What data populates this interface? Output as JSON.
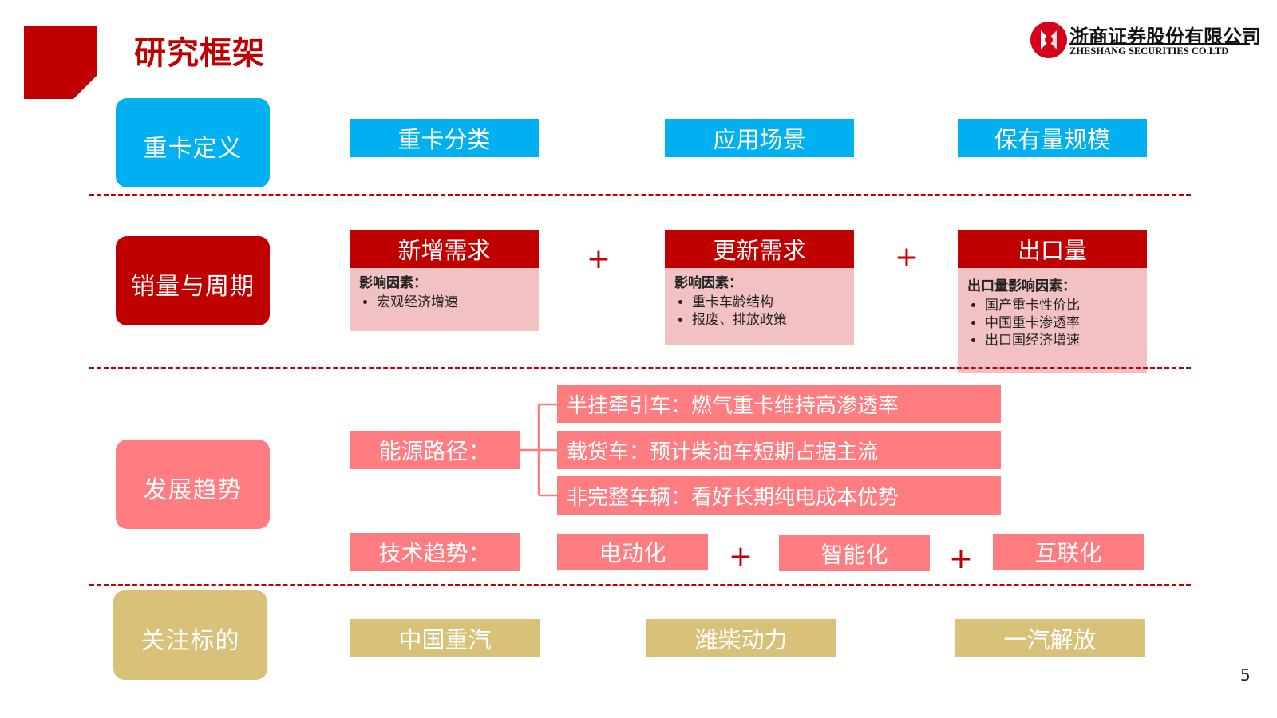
{
  "header": {
    "title": "研究框架",
    "logo_cn": "浙商证券股份有限公司",
    "logo_en": "ZHESHANG SECURITIES CO.LTD"
  },
  "colors": {
    "brand_red": "#C00000",
    "cyan": "#00B0F0",
    "salmon": "#FF7C80",
    "pink_bg": "#F2C2C3",
    "gold": "#D8C27A"
  },
  "rows": {
    "definition": {
      "label": "重卡定义",
      "items": [
        "重卡分类",
        "应用场景",
        "保有量规模"
      ]
    },
    "sales": {
      "label": "销量与周期",
      "plus": "+",
      "cards": [
        {
          "title": "新增需求",
          "factor_label": "影响因素：",
          "bullets": [
            "宏观经济增速"
          ]
        },
        {
          "title": "更新需求",
          "factor_label": "影响因素：",
          "bullets": [
            "重卡车龄结构",
            "报废、排放政策"
          ]
        },
        {
          "title": "出口量",
          "factor_label": "出口量影响因素：",
          "bullets": [
            "国产重卡性价比",
            "中国重卡渗透率",
            "出口国经济增速"
          ]
        }
      ]
    },
    "trend": {
      "label": "发展趋势",
      "energy_label": "能源路径：",
      "energy_items": [
        "半挂牵引车：燃气重卡维持高渗透率",
        "载货车：预计柴油车短期占据主流",
        "非完整车辆：看好长期纯电成本优势"
      ],
      "tech_label": "技术趋势：",
      "tech_items": [
        "电动化",
        "智能化",
        "互联化"
      ],
      "plus": "+"
    },
    "focus": {
      "label": "关注标的",
      "items": [
        "中国重汽",
        "潍柴动力",
        "一汽解放"
      ]
    }
  },
  "page_number": "5"
}
